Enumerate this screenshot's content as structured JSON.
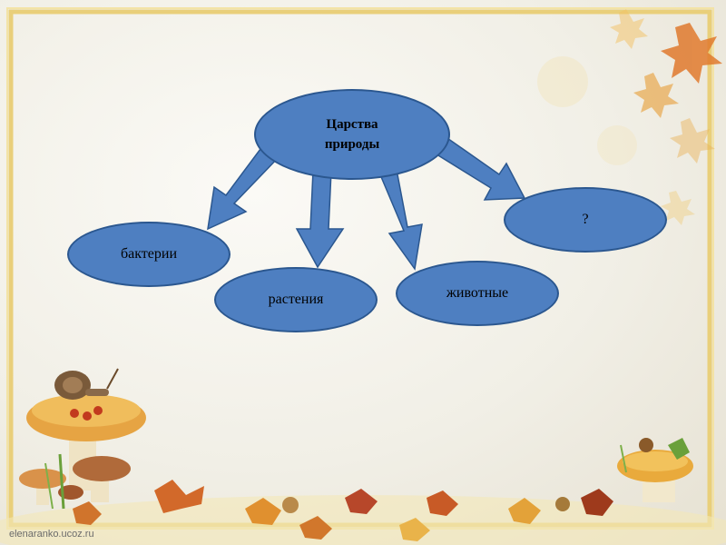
{
  "diagram": {
    "root": {
      "label_line1": "Царства",
      "label_line2": "природы"
    },
    "children": [
      {
        "label": "бактерии"
      },
      {
        "label": "растения"
      },
      {
        "label": "животные"
      },
      {
        "label": "?"
      }
    ]
  },
  "footer": {
    "site": "elenaranko.ucoz.ru"
  },
  "colors": {
    "node_fill": "#4e7fc1",
    "node_border": "#2b578f",
    "arrow_fill": "#4e7fc1",
    "frame_gold": "#e2c46a"
  }
}
